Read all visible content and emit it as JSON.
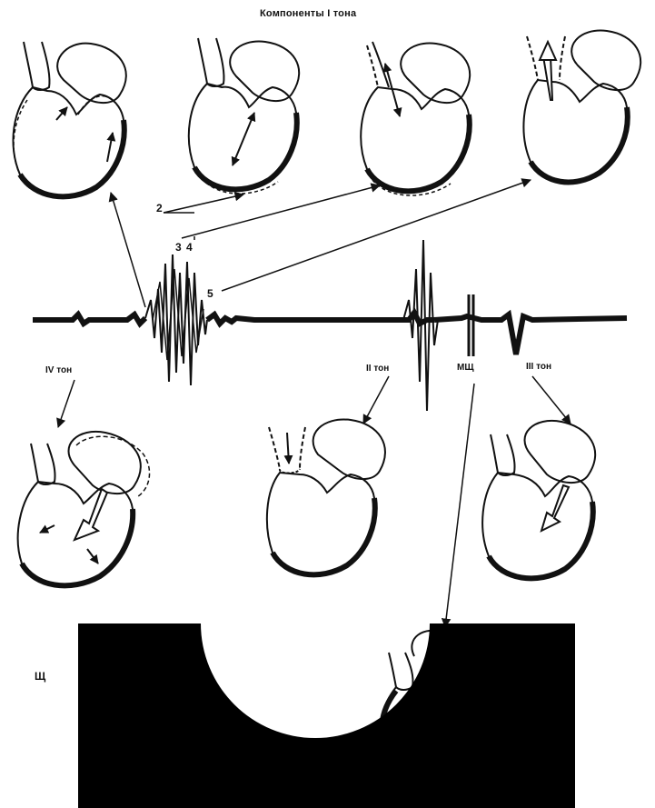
{
  "title": "Компоненты I тона",
  "component_numbers": {
    "n2": "2",
    "n34": "3 4",
    "n5": "5"
  },
  "tone_labels": {
    "fourth": "IV тон",
    "second": "II тон",
    "mcts": "МЩ",
    "third": "III тон"
  },
  "fragment_label": "Щ",
  "colors": {
    "ink": "#111111",
    "background": "#ffffff",
    "mask": "#000000"
  }
}
